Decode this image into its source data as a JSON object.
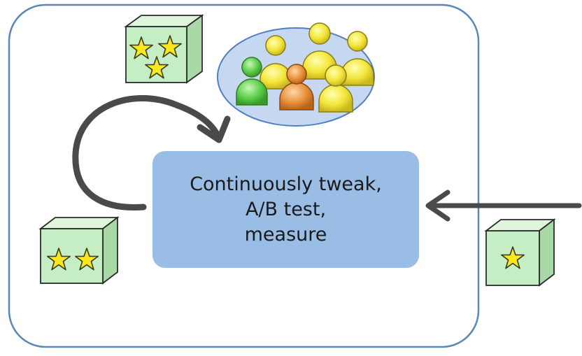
{
  "process": {
    "lines": [
      "Continuously tweak,",
      "A/B test,",
      "measure"
    ]
  },
  "colors": {
    "box_fill": "#99bde5",
    "frame_stroke": "#5b87b6",
    "cube_fill": "#c6eec4",
    "star_fill": "#f8e81c",
    "arrow": "#4a4a4a",
    "crowd_fill": "#c6d8f1",
    "person_yellow": "#f0e23a",
    "person_green": "#5fcf4a",
    "person_orange": "#e9923b"
  },
  "icons": {
    "cube_three_stars": "three-star-cube-icon",
    "cube_two_stars": "two-star-cube-icon",
    "cube_one_star": "one-star-cube-icon",
    "crowd": "user-crowd-icon"
  }
}
